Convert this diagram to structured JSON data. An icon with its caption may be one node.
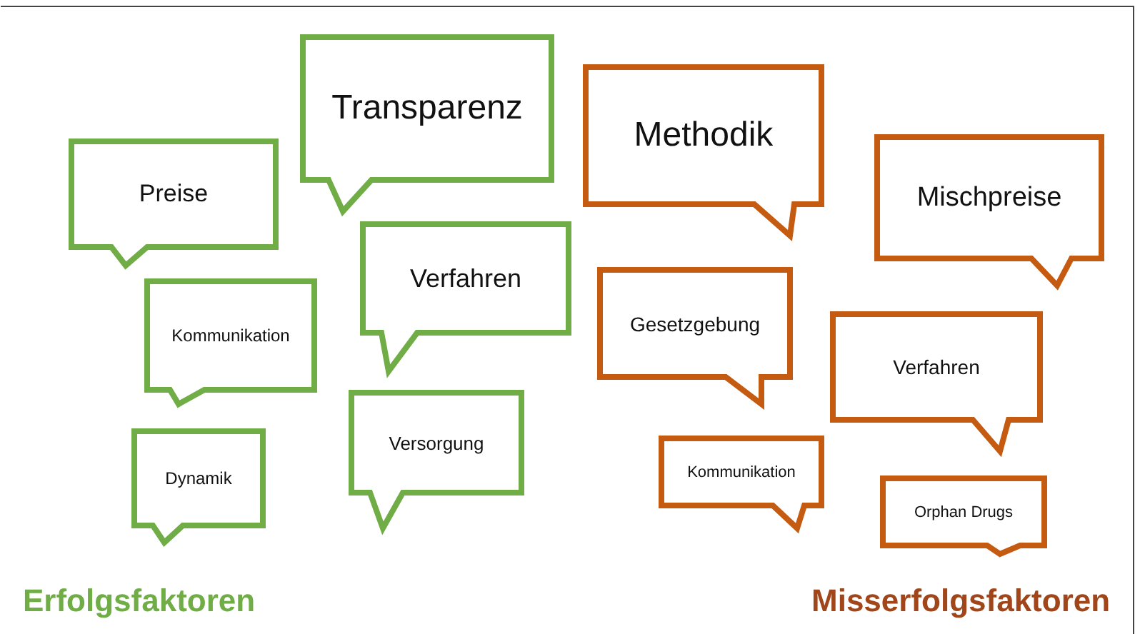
{
  "diagram": {
    "nodes": [
      {
        "text": [
          "Preise"
        ]
      },
      {
        "text": [
          "Kommunikation"
        ]
      },
      {
        "text": [
          "Dynamik"
        ]
      },
      {
        "text": [
          "Transparenz"
        ]
      },
      {
        "text": [
          "Verfahren"
        ]
      },
      {
        "text": [
          "Versorgung"
        ]
      },
      {
        "text": [
          "Methodik"
        ]
      },
      {
        "text": [
          "Mischpreise"
        ]
      },
      {
        "text": [
          "Gesetzgebung"
        ]
      },
      {
        "text": [
          "Verfahren"
        ]
      },
      {
        "text": [
          "Kommunikation"
        ]
      },
      {
        "text": [
          "Orphan Drugs"
        ]
      }
    ],
    "labels": [
      "Erfolgsfaktoren",
      "Misserfolgsfaktoren"
    ]
  }
}
